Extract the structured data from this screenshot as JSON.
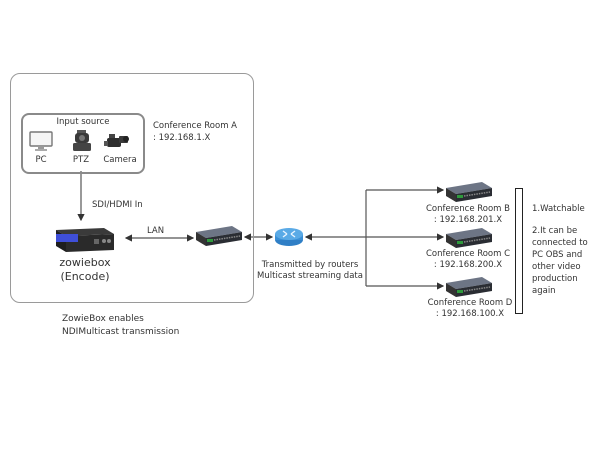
{
  "room_a": {
    "name": "Conference Room A",
    "ip": ": 192.168.1.X"
  },
  "input_source": {
    "title": "Input source",
    "items": [
      {
        "label": "PC",
        "icon": "monitor-icon"
      },
      {
        "label": "PTZ",
        "icon": "ptz-camera-icon"
      },
      {
        "label": "Camera",
        "icon": "camcorder-icon"
      }
    ]
  },
  "links": {
    "sdi": "SDI/HDMI In",
    "lan": "LAN"
  },
  "encoder": {
    "name": "zowiebox",
    "role": "(Encode)",
    "icon": "encoder-device-icon"
  },
  "router": {
    "caption_line1": "Transmitted by routers",
    "caption_line2": "Multicast streaming data",
    "icon": "router-icon"
  },
  "rooms": [
    {
      "name": "Conference Room B",
      "ip": ": 192.168.201.X",
      "icon": "switch-icon"
    },
    {
      "name": "Conference Room C",
      "ip": ": 192.168.200.X",
      "icon": "switch-icon"
    },
    {
      "name": "Conference Room D",
      "ip": ": 192.168.100.X",
      "icon": "switch-icon"
    }
  ],
  "notes": {
    "item1": "1.Watchable",
    "item2_lines": [
      "2.It can be",
      "connected to",
      "PC OBS and",
      "other video",
      "production",
      "again"
    ]
  },
  "footer": {
    "line1": "ZowieBox enables",
    "line2": "NDIMulticast transmission"
  },
  "colors": {
    "encoder_screen": "#3f4fd8",
    "router_blue": "#3a8fd6",
    "switch_green": "#2f9a3c"
  }
}
